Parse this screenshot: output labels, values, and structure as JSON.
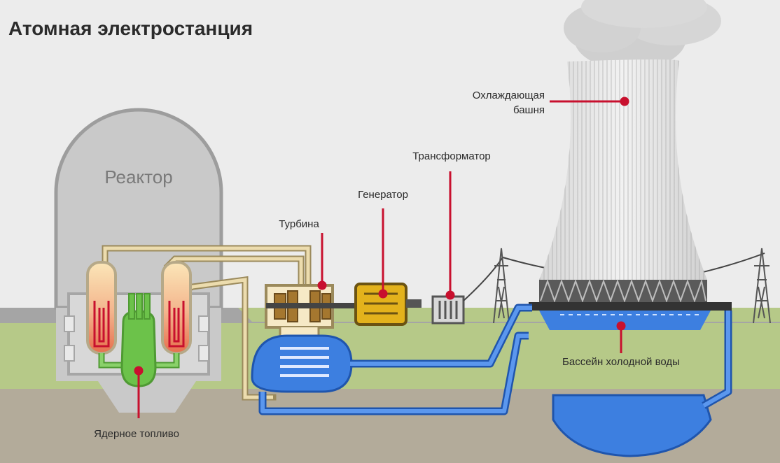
{
  "title": "Атомная электростанция",
  "labels": {
    "reactor": "Реактор",
    "turbine": "Турбина",
    "generator": "Генератор",
    "transformer": "Трансформатор",
    "cooling_tower_line1": "Охлаждающая",
    "cooling_tower_line2": "башня",
    "cold_pool": "Бассейн холодной воды",
    "fuel": "Ядерное топливо"
  },
  "colors": {
    "background": "#ececec",
    "ground": "#b6c988",
    "soil": "#b3ab9a",
    "accent_red": "#c8102e",
    "water_blue": "#3d7fe0",
    "pipe_beige": "#ecdcae",
    "fuel_green": "#6cc24a",
    "generator_yellow": "#e3b21c"
  }
}
